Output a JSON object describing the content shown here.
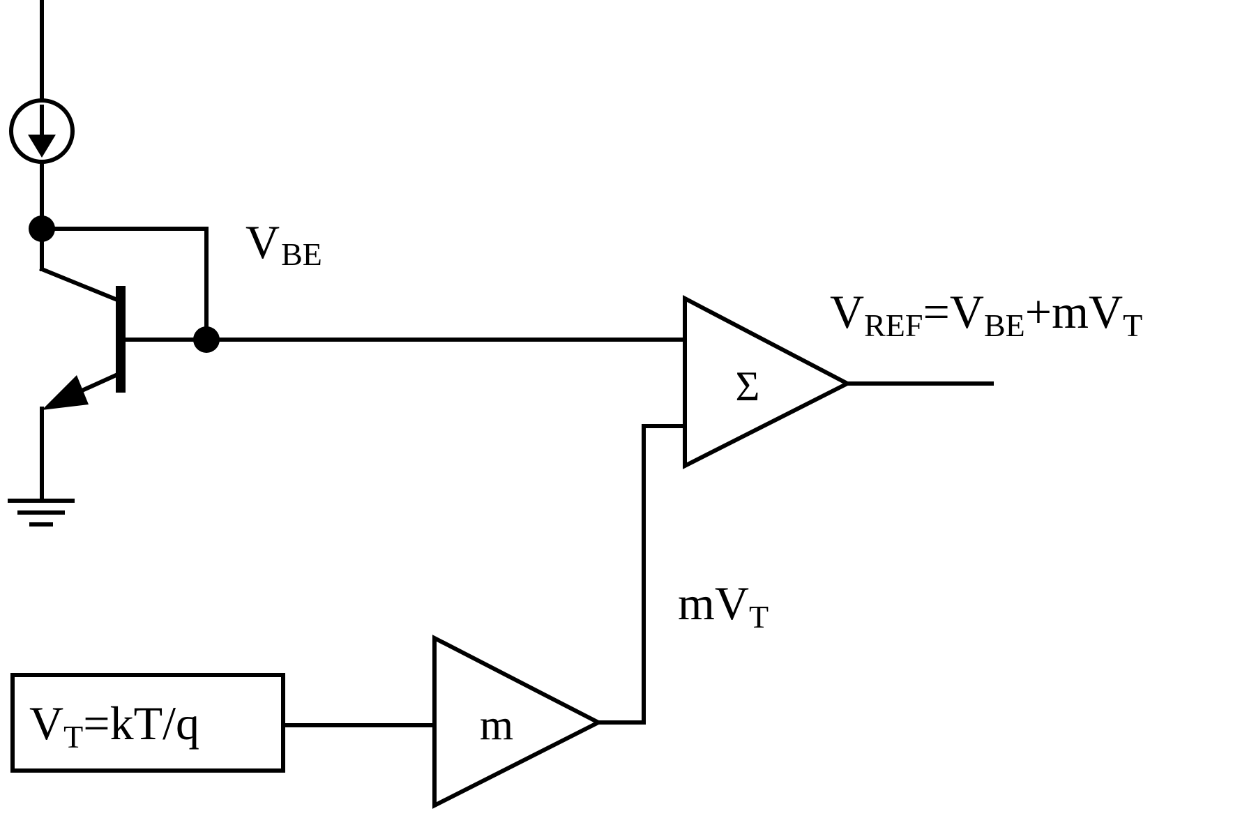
{
  "labels": {
    "vbe": {
      "main": "V",
      "sub": "BE"
    },
    "vref": {
      "v1": "V",
      "s1": "REF",
      "eq": "=",
      "v2": "V",
      "s2": "BE",
      "plus": "+mV",
      "s3": "T"
    },
    "mvt": {
      "main": "mV",
      "sub": "T"
    },
    "vt_box": {
      "v": "V",
      "sub": "T",
      "rest": "=kT/q"
    },
    "sum_symbol": "Σ",
    "gain_symbol": "m"
  }
}
